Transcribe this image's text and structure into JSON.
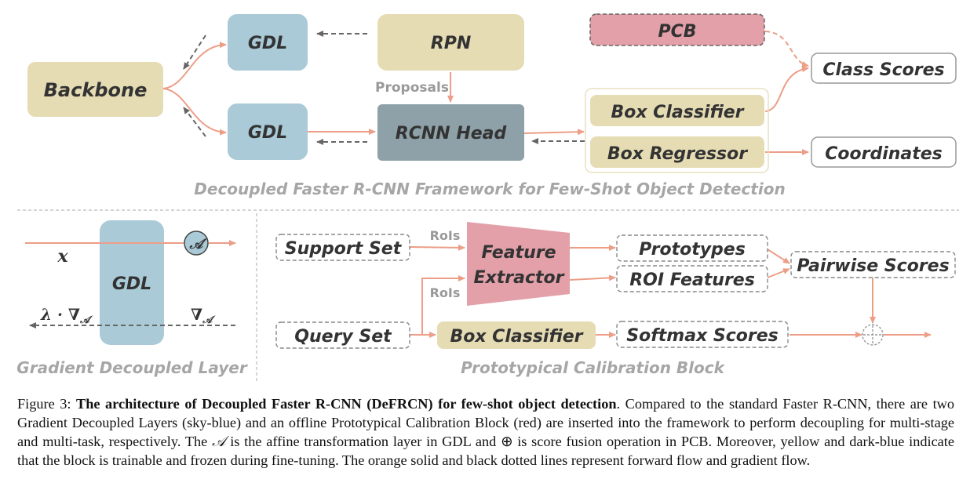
{
  "colors": {
    "trainable": "#e6dcb4",
    "frozen": "#8ea1a8",
    "gdl": "#a9cad6",
    "pcb": "#e3a0a8",
    "forward_arrow": "#ec9e87",
    "gradient_arrow": "#666666"
  },
  "top": {
    "backbone": "Backbone",
    "gdl_top": "GDL",
    "gdl_bottom": "GDL",
    "rpn": "RPN",
    "proposals": "Proposals",
    "rcnn_head": "RCNN Head",
    "pcb": "PCB",
    "box_classifier": "Box Classifier",
    "box_regressor": "Box Regressor",
    "class_scores": "Class Scores",
    "coordinates": "Coordinates",
    "title": "Decoupled Faster R-CNN Framework for Few-Shot Object Detection"
  },
  "gdl_panel": {
    "block": "GDL",
    "x": "x",
    "affine": "𝒜",
    "grad_left": "λ · ∇",
    "grad_left_sub": "𝒜",
    "grad_right": "∇",
    "grad_right_sub": "𝒜",
    "title": "Gradient Decoupled Layer"
  },
  "pcb_panel": {
    "support_set": "Support Set",
    "query_set": "Query Set",
    "rois_top": "RoIs",
    "rois_bottom": "RoIs",
    "feature_extractor_line1": "Feature",
    "feature_extractor_line2": "Extractor",
    "prototypes": "Prototypes",
    "roi_features": "ROI Features",
    "pairwise_scores": "Pairwise Scores",
    "box_classifier": "Box Classifier",
    "softmax_scores": "Softmax Scores",
    "fusion": "⊕",
    "title": "Prototypical Calibration Block"
  },
  "caption": {
    "prefix": "Figure 3: ",
    "bold": "The architecture of Decoupled Faster R-CNN (DeFRCN) for few-shot object detection",
    "body_1": ". Compared to the standard Faster R-CNN, there are two Gradient Decoupled Layers (sky-blue) and an offline Prototypical Calibration Block (red) are inserted into the framework to perform decoupling for multi-stage and multi-task, respectively. The ",
    "affine": "𝒜",
    "body_2": " is the affine transformation layer in GDL and ",
    "oplus": "⊕",
    "body_3": " is score fusion operation in PCB. Moreover, yellow and dark-blue indicate that the block is trainable and frozen during fine-tuning. The orange solid and black dotted lines represent forward flow and gradient flow."
  }
}
